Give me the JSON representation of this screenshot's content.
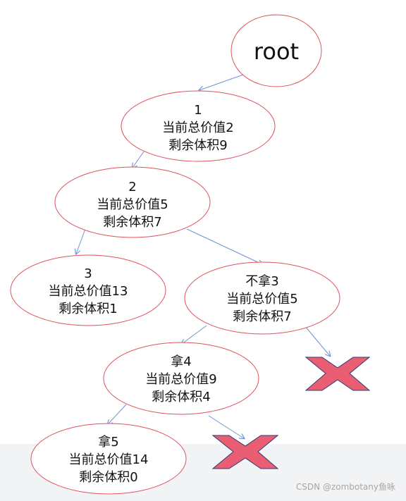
{
  "diagram": {
    "root": {
      "label": "root"
    },
    "nodes": [
      {
        "id": "n1",
        "lines": [
          "1",
          "当前总价值2",
          "剩余体积9"
        ]
      },
      {
        "id": "n2",
        "lines": [
          "2",
          "当前总价值5",
          "剩余体积7"
        ]
      },
      {
        "id": "n3",
        "lines": [
          "3",
          "当前总价值13",
          "剩余体积1"
        ]
      },
      {
        "id": "n3b",
        "lines": [
          "不拿3",
          "当前总价值5",
          "剩余体积7"
        ]
      },
      {
        "id": "n4",
        "lines": [
          "拿4",
          "当前总价值9",
          "剩余体积4"
        ]
      },
      {
        "id": "n5",
        "lines": [
          "拿5",
          "当前总价值14",
          "剩余体积0"
        ]
      }
    ],
    "pruned_marks": [
      {
        "id": "x1",
        "icon": "cross-mark-icon"
      },
      {
        "id": "x2",
        "icon": "cross-mark-icon"
      }
    ]
  },
  "colors": {
    "node_stroke": "#e0515d",
    "edge": "#6d93d6",
    "cross": "#ea5e74",
    "cross_edge": "#2f3a73",
    "canvas": "#ffffff",
    "page_bg": "#f2f3f5"
  },
  "watermark": "CSDN @zombotany鱼咏"
}
